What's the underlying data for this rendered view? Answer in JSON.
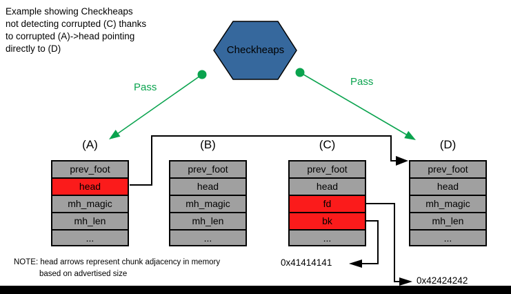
{
  "description": {
    "line1": "Example showing Checkheaps",
    "line2": "not detecting corrupted (C) thanks",
    "line3": "to corrupted (A)->head pointing",
    "line4": "directly to (D)"
  },
  "checker": {
    "label": "Checkheaps"
  },
  "pass_labels": {
    "left": "Pass",
    "right": "Pass"
  },
  "chunks": [
    {
      "id": "A",
      "label": "(A)",
      "rows": [
        {
          "label": "prev_foot",
          "corrupted": false
        },
        {
          "label": "head",
          "corrupted": true
        },
        {
          "label": "mh_magic",
          "corrupted": false
        },
        {
          "label": "mh_len",
          "corrupted": false
        },
        {
          "label": "...",
          "corrupted": false
        }
      ]
    },
    {
      "id": "B",
      "label": "(B)",
      "rows": [
        {
          "label": "prev_foot",
          "corrupted": false
        },
        {
          "label": "head",
          "corrupted": false
        },
        {
          "label": "mh_magic",
          "corrupted": false
        },
        {
          "label": "mh_len",
          "corrupted": false
        },
        {
          "label": "...",
          "corrupted": false
        }
      ]
    },
    {
      "id": "C",
      "label": "(C)",
      "rows": [
        {
          "label": "prev_foot",
          "corrupted": false
        },
        {
          "label": "head",
          "corrupted": false
        },
        {
          "label": "fd",
          "corrupted": true
        },
        {
          "label": "bk",
          "corrupted": true
        },
        {
          "label": "...",
          "corrupted": false
        }
      ]
    },
    {
      "id": "D",
      "label": "(D)",
      "rows": [
        {
          "label": "prev_foot",
          "corrupted": false
        },
        {
          "label": "head",
          "corrupted": false
        },
        {
          "label": "mh_magic",
          "corrupted": false
        },
        {
          "label": "mh_len",
          "corrupted": false
        },
        {
          "label": "...",
          "corrupted": false
        }
      ]
    }
  ],
  "pointers": {
    "bk_value": "0x41414141",
    "fd_value": "0x42424242"
  },
  "note": {
    "line1": "NOTE: head arrows represent chunk adjacency in memory",
    "line2": "based on advertised size"
  },
  "colors": {
    "pass_green": "#0aa34e",
    "corrupted_red": "#fb1b1b",
    "cell_gray": "#a0a0a0",
    "hexagon_blue": "#36689d",
    "line_black": "#000000"
  }
}
